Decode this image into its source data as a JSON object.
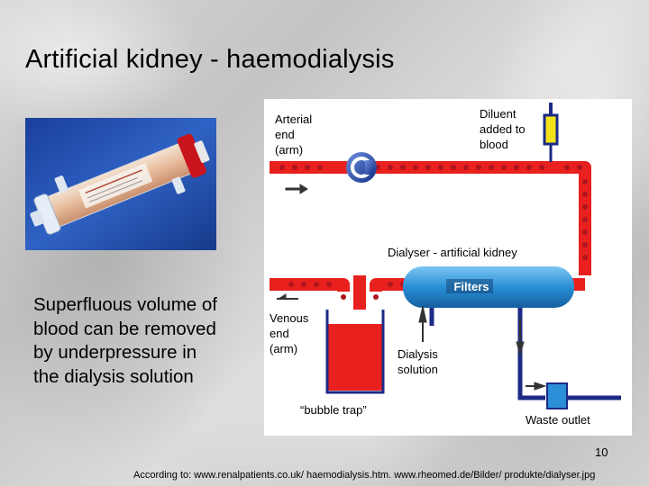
{
  "slide": {
    "title": "Artificial kidney - haemodialysis",
    "side_text": "Superfluous volume of blood can be removed by underpressure in the dialysis solution",
    "page_number": "10",
    "citation": "According to: www.renalpatients.co.uk/ haemodialysis.htm. www.rheomed.de/Bilder/ produkte/dialyser.jpg"
  },
  "diagram": {
    "labels": {
      "arterial": [
        "Arterial",
        "end",
        "(arm)"
      ],
      "diluent": [
        "Diluent",
        "added to",
        "blood"
      ],
      "dialyser": "Dialyser - artificial kidney",
      "filters": "Filters",
      "venous": [
        "Venous",
        "end",
        "(arm)"
      ],
      "dialysis_solution": [
        "Dialysis",
        "solution"
      ],
      "bubble_trap": "“bubble trap”",
      "waste_outlet": "Waste outlet"
    },
    "colors": {
      "blood_tube": "#e8211e",
      "blood_cell": "#b0141c",
      "dialysate_tube": "#1c2a86",
      "dialyser_body": "#2a8fd6",
      "pump": "#1e3ea0",
      "syringe_fill": "#f2e21a"
    }
  }
}
